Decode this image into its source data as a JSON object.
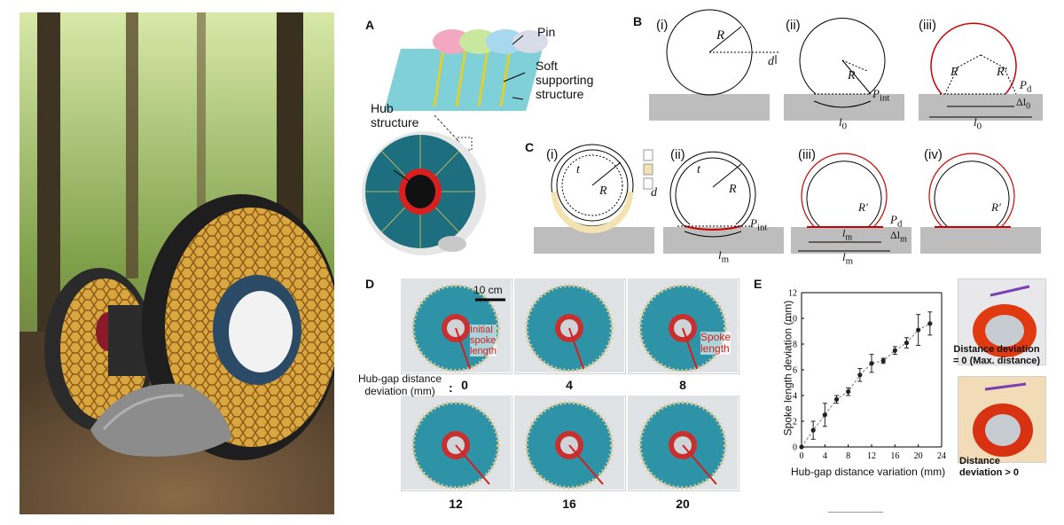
{
  "panels": {
    "A": {
      "letter": "A",
      "pin": "Pin",
      "soft_line1": "Soft",
      "soft_line2": "supporting",
      "soft_line3": "structure",
      "hub_line1": "Hub",
      "hub_line2": "structure"
    },
    "B": {
      "letter": "B",
      "sub": [
        "(i)",
        "(ii)",
        "(iii)"
      ],
      "R": "R",
      "Rp": "R′",
      "d": "d",
      "Pint": "P",
      "Pint_sub": "int",
      "Pd": "P",
      "Pd_sub": "d",
      "l0": "l",
      "l0_sub": "0",
      "dl0": "Δl",
      "dl0_sub": "0"
    },
    "C": {
      "letter": "C",
      "sub": [
        "(i)",
        "(ii)",
        "(iii)",
        "(iv)"
      ],
      "t": "t",
      "R": "R",
      "Rp": "R′",
      "d": "d",
      "Pint": "P",
      "Pint_sub": "int",
      "Pd": "P",
      "Pd_sub": "d",
      "lm": "l",
      "lm_sub": "m",
      "dlm": "Δl",
      "dlm_sub": "m"
    },
    "D": {
      "letter": "D",
      "scale": "10 cm",
      "initial_line1": "Initial",
      "initial_line2": "spoke",
      "initial_line3": "length",
      "spoke_line1": "Spoke",
      "spoke_line2": "length",
      "axis_line1": "Hub-gap distance",
      "axis_line2": "deviation (mm)",
      "values": [
        "0",
        "4",
        "8",
        "12",
        "16",
        "20"
      ]
    },
    "E": {
      "letter": "E",
      "dev0_line1": "Distance deviation",
      "dev0_line2": "= 0 (Max. distance)",
      "devpos_line1": "Distance",
      "devpos_line2": "deviation > 0"
    }
  },
  "chart_data": {
    "type": "line",
    "xlabel": "Hub-gap distance variation (mm)",
    "ylabel": "Spoke length deviation (mm)",
    "xlim": [
      0,
      24
    ],
    "ylim": [
      0,
      12
    ],
    "xticks": [
      "0",
      "4",
      "8",
      "12",
      "16",
      "20",
      "24"
    ],
    "yticks": [
      "0",
      "2",
      "4",
      "6",
      "8",
      "10",
      "12"
    ],
    "grid": false,
    "series": [
      {
        "x": [
          0,
          2,
          4,
          6,
          8,
          10,
          12,
          14,
          16,
          18,
          20,
          22
        ],
        "y": [
          0,
          1.3,
          2.5,
          3.7,
          4.3,
          5.6,
          6.5,
          6.7,
          7.5,
          8.1,
          9.1,
          9.6
        ],
        "err": [
          0,
          0.7,
          0.9,
          0.3,
          0.3,
          0.5,
          0.7,
          0.2,
          0.3,
          0.4,
          1.2,
          0.9
        ]
      }
    ],
    "colors": {
      "marker": "#222222",
      "line": "#777777"
    }
  }
}
